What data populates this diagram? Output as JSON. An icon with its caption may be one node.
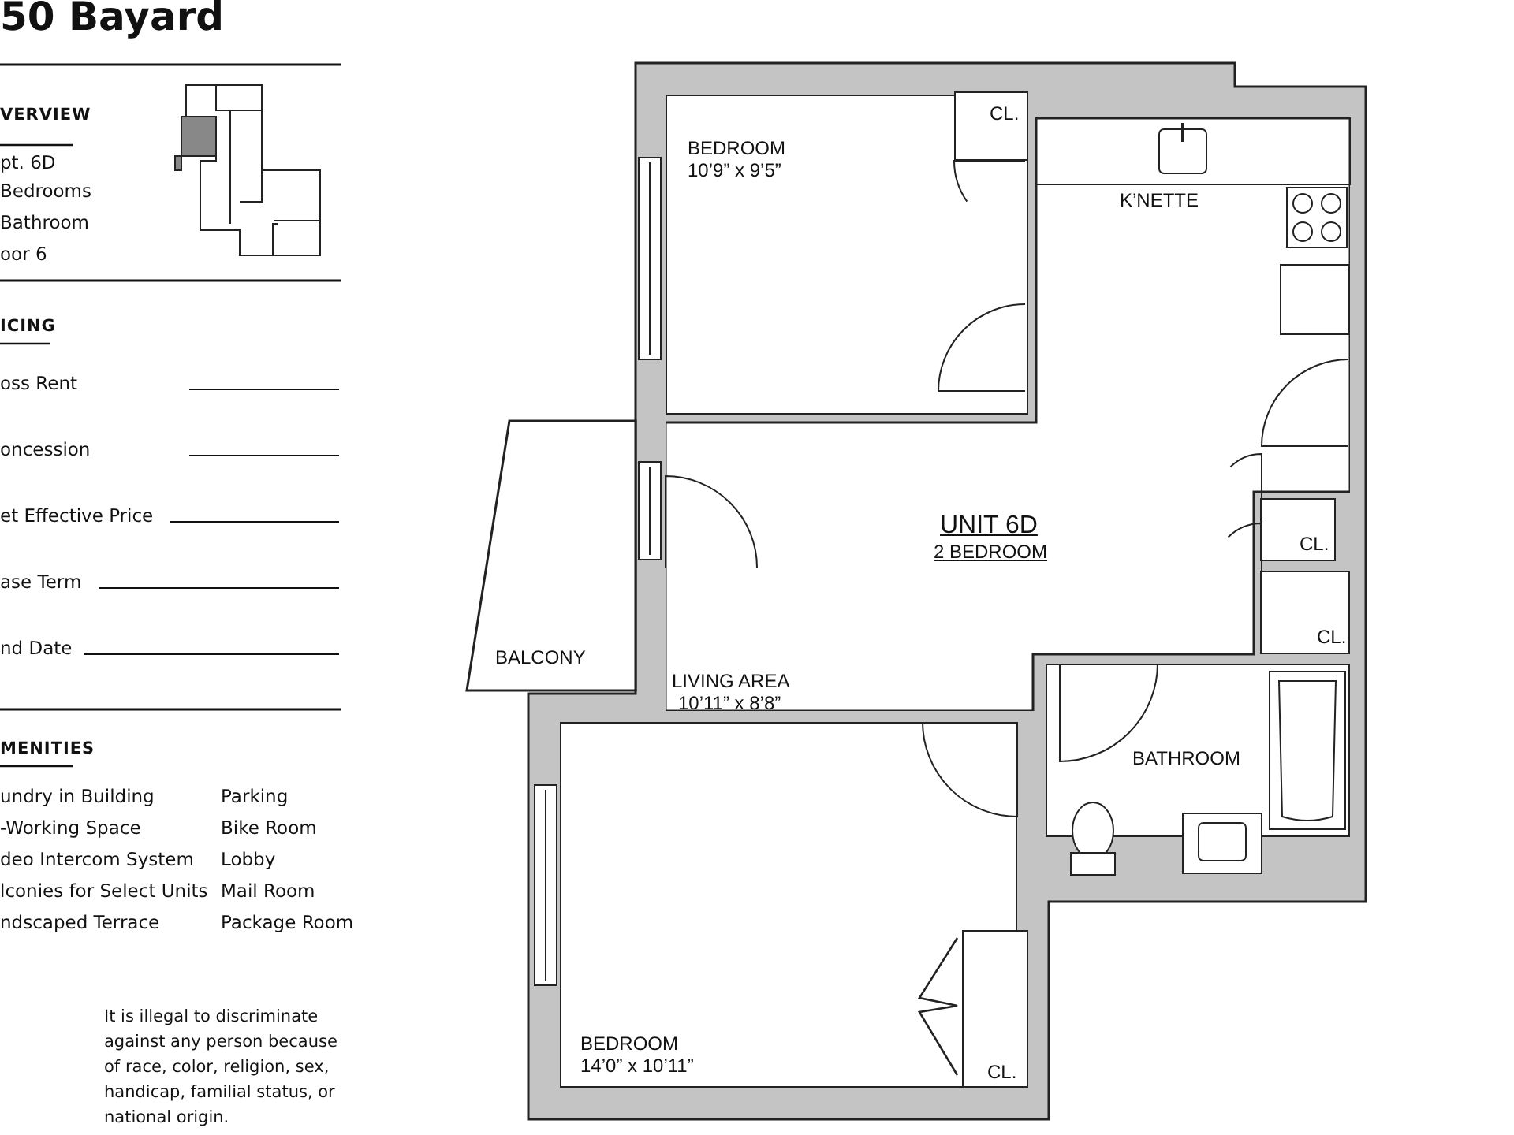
{
  "diagram": {
    "nodes": [
      {
        "text": [
          "BEDROOM",
          "10’9” x 9’5”"
        ]
      },
      {
        "text": [
          "CL."
        ],
        "in": 0
      },
      {
        "text": [
          "K’NETTE",
          "UNIT 6D",
          "2 BEDROOM",
          "LIVING AREA",
          "10’11” x 8’8”"
        ]
      },
      {
        "text": [
          "CL."
        ]
      },
      {
        "text": [
          "CL."
        ]
      },
      {
        "text": [
          "BALCONY"
        ]
      },
      {
        "text": [
          "BATHROOM"
        ]
      },
      {
        "text": [
          "BEDROOM",
          "14’0” x 10’11”"
        ]
      },
      {
        "text": [
          "CL."
        ]
      }
    ],
    "labels": [
      "50 Bayard",
      "VERVIEW",
      "pt. 6D",
      "Bedrooms",
      "Bathroom",
      "oor 6",
      "ICING",
      "oss Rent",
      "oncession",
      "et Effective Price",
      "ase Term",
      "nd Date",
      "MENITIES",
      "undry in Building",
      "Parking",
      "-Working Space",
      "Bike Room",
      "deo Intercom System",
      "Lobby",
      "lconies for Select Units",
      "Mail Room",
      "ndscaped Terrace",
      "Package Room",
      "It is illegal to discriminate against any person because of race, color, religion, sex, handicap, familial status, or national origin."
    ]
  }
}
